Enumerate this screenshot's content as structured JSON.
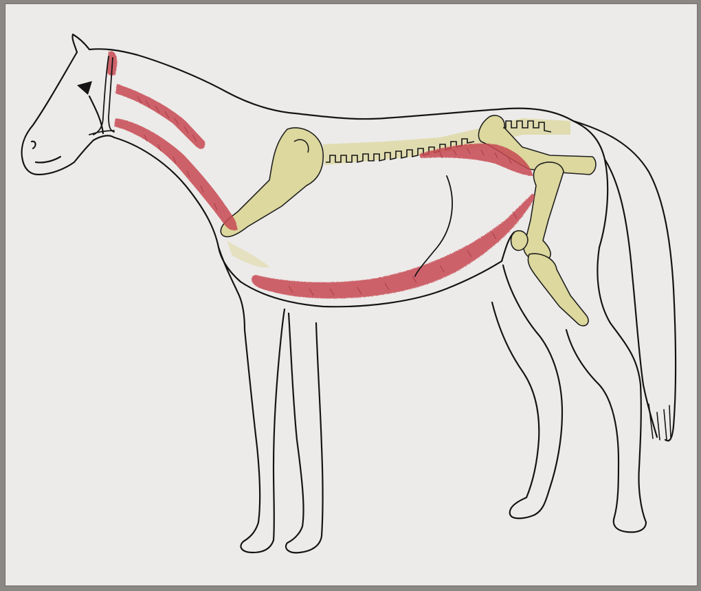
{
  "figure": {
    "subject": "horse-side-view",
    "style": "line drawing with colored pencil shading",
    "colors": {
      "paper": "#ecebe9",
      "background": "#8a8784",
      "outline": "#141414",
      "bone": "#dcd79a",
      "muscle": "#c84a52",
      "muscle_dark": "#8f2630"
    },
    "highlighted_structures": [
      {
        "kind": "bone",
        "name": "scapula-and-humerus"
      },
      {
        "kind": "bone",
        "name": "vertebral-column"
      },
      {
        "kind": "bone",
        "name": "pelvis"
      },
      {
        "kind": "bone",
        "name": "femur"
      },
      {
        "kind": "bone",
        "name": "tibia"
      },
      {
        "kind": "bone",
        "name": "sternum"
      },
      {
        "kind": "muscle",
        "name": "neck-upper-muscle"
      },
      {
        "kind": "muscle",
        "name": "neck-lower-muscle"
      },
      {
        "kind": "muscle",
        "name": "abdominal-muscle"
      },
      {
        "kind": "muscle",
        "name": "back-muscle"
      },
      {
        "kind": "muscle",
        "name": "poll-muscle"
      }
    ]
  }
}
